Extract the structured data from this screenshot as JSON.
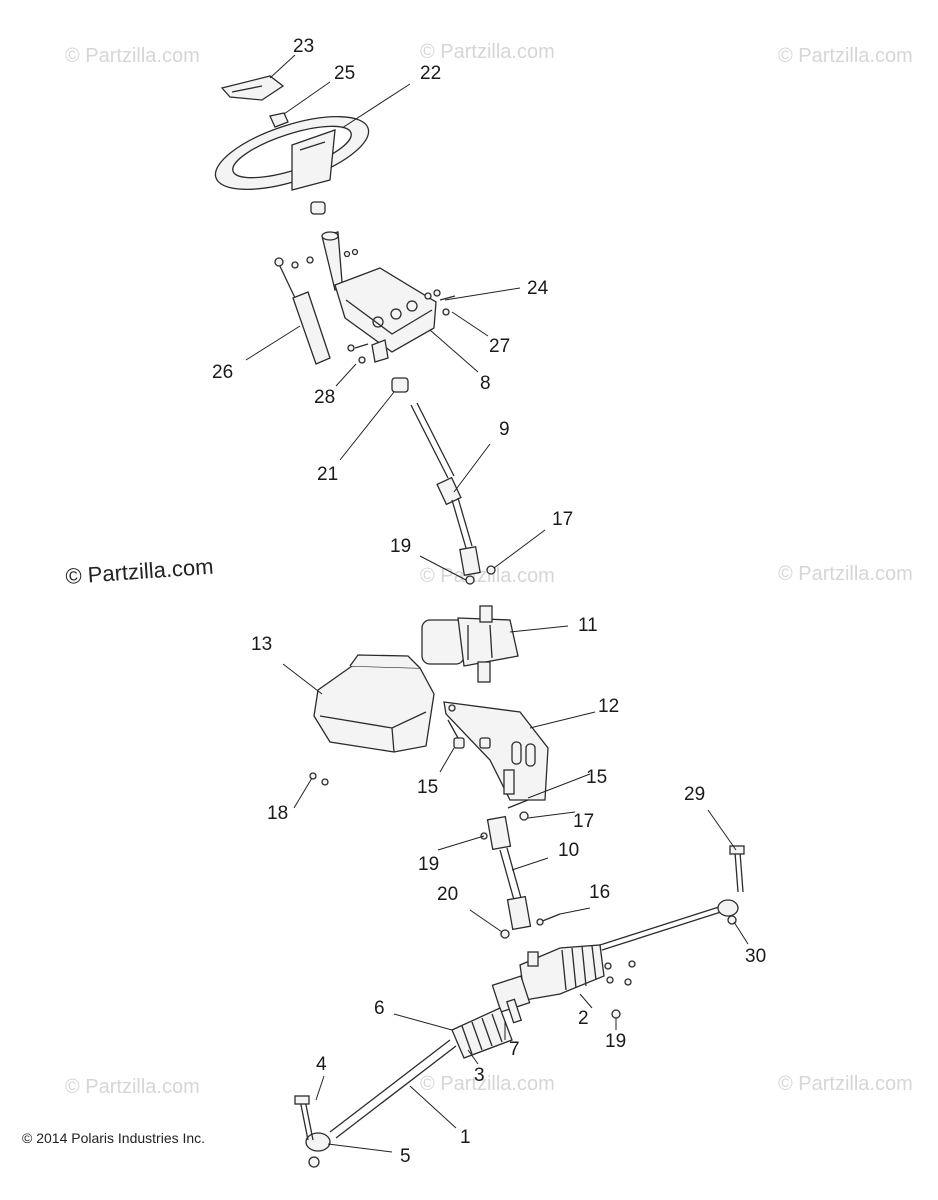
{
  "watermarks": [
    "© Partzilla.com",
    "© Partzilla.com",
    "© Partzilla.com",
    "© Partzilla.com",
    "© Partzilla.com",
    "© Partzilla.com",
    "© Partzilla.com",
    "© Partzilla.com"
  ],
  "main_watermark": "© Partzilla.com",
  "copyright": "© 2014 Polaris Industries Inc.",
  "callouts": [
    "23",
    "25",
    "22",
    "24",
    "27",
    "26",
    "28",
    "8",
    "21",
    "9",
    "17",
    "19",
    "11",
    "13",
    "12",
    "15",
    "15",
    "18",
    "17",
    "29",
    "19",
    "10",
    "20",
    "16",
    "30",
    "6",
    "2",
    "7",
    "19",
    "4",
    "3",
    "1",
    "5"
  ]
}
